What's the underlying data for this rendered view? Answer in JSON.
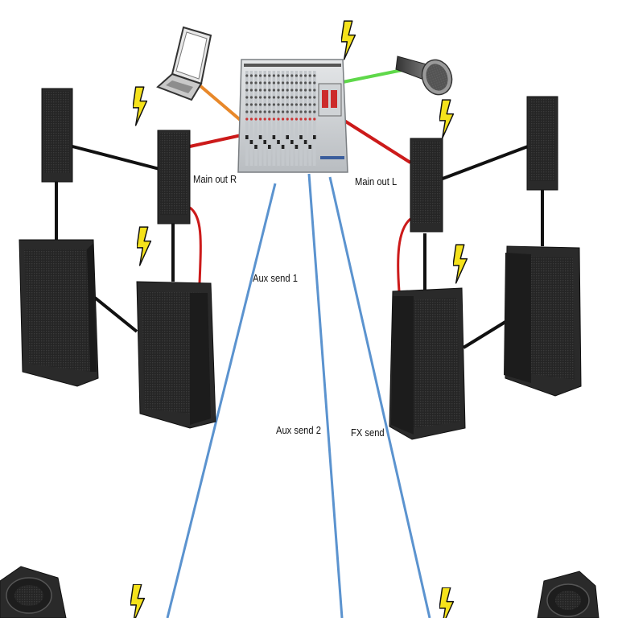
{
  "labels": {
    "main_out_r": "Main out R",
    "main_out_l": "Main out L",
    "aux_send_1": "Aux send 1",
    "aux_send_2": "Aux send 2",
    "fx_send": "FX send"
  },
  "colors": {
    "speaker_body": "#2a2a2a",
    "speaker_grille": "#1f1f1f",
    "cable_black": "#111111",
    "cable_red": "#cc1a1a",
    "cable_orange": "#e8882a",
    "cable_green": "#5fd84a",
    "cable_blue": "#5b93cf",
    "power_bolt": "#f5e21b"
  },
  "icons": [
    "laptop-icon",
    "mixer-console-icon",
    "microphone-icon",
    "power-bolt-icon",
    "column-speaker-icon",
    "subwoofer-icon",
    "stage-monitor-icon"
  ]
}
